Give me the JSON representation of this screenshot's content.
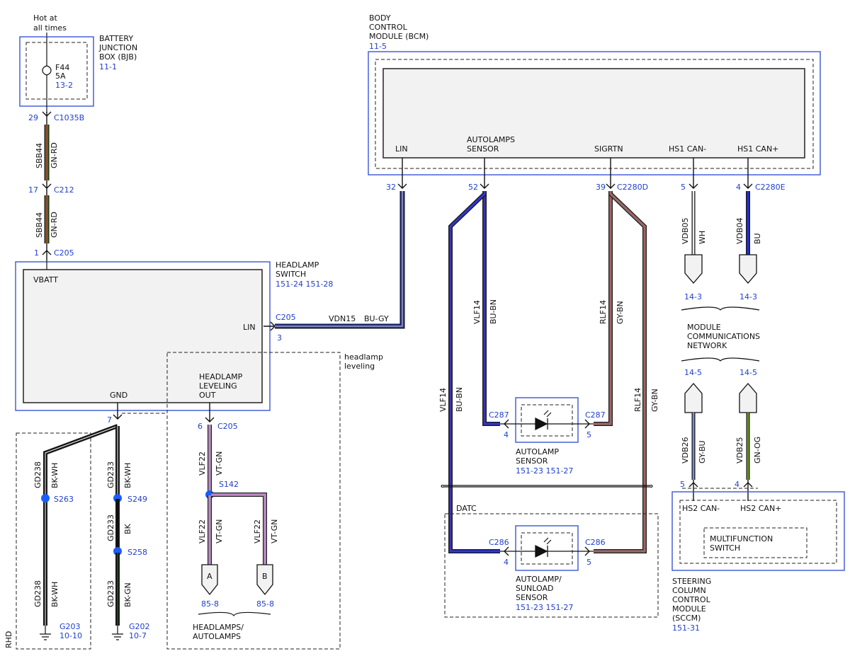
{
  "colors": {
    "label_blue": "#1f3fcf",
    "box_blue": "#3a55d6",
    "GN-RD": [
      "#3f7a1c",
      "#8a4a2a"
    ],
    "BU-GY": [
      "#1f2fcf",
      "#7f86b8"
    ],
    "BU-BN": [
      "#1f2fcf",
      "#5a3b9c"
    ],
    "GY-BN": [
      "#8d6f6b",
      "#b85a5a"
    ],
    "VT-GN": [
      "#c9a3d6",
      "#b06ab8"
    ],
    "BK-WH": [
      "#111111",
      "#ffffff"
    ],
    "BK": [
      "#111111",
      "#111111"
    ],
    "BK-GN": [
      "#111111",
      "#2e7d32"
    ],
    "WH": [
      "#d8d8d8",
      "#ffffff"
    ],
    "BU": [
      "#1f2fcf",
      "#1f2fcf"
    ],
    "GY-BU": [
      "#6b78c9",
      "#9aa4d8"
    ],
    "GN-OG": [
      "#4f8a1c",
      "#a0b01c"
    ]
  },
  "bjb": {
    "note": [
      "Hot at",
      "all times"
    ],
    "name": [
      "BATTERY",
      "JUNCTION",
      "BOX (BJB)"
    ],
    "ref": "11-1",
    "fuse": "F44",
    "fuse_rating": "5A",
    "fuse_ref": "13-2"
  },
  "c1035b": {
    "pin": "29",
    "name": "C1035B"
  },
  "wire_sbb44_a": {
    "circuit": "SBB44",
    "color": "GN-RD"
  },
  "c212": {
    "pin": "17",
    "name": "C212"
  },
  "wire_sbb44_b": {
    "circuit": "SBB44",
    "color": "GN-RD"
  },
  "c205_top": {
    "pin": "1",
    "name": "C205"
  },
  "headlamp_switch": {
    "name": [
      "HEADLAMP",
      "SWITCH"
    ],
    "refs": "151-24  151-28",
    "vbatt": "VBATT",
    "lin": "LIN",
    "gnd": "GND",
    "leveling_out": [
      "HEADLAMP",
      "LEVELING",
      "OUT"
    ]
  },
  "c205_lin": {
    "name": "C205",
    "pin": "3"
  },
  "wire_vdn15": {
    "circuit": "VDN15",
    "color": "BU-GY"
  },
  "headlamp_leveling": [
    "headlamp",
    "leveling"
  ],
  "bcm": {
    "name": [
      "BODY",
      "CONTROL",
      "MODULE (BCM)"
    ],
    "ref": "11-5",
    "pins": {
      "lin": "LIN",
      "autolamps": [
        "AUTOLAMPS",
        "SENSOR"
      ],
      "sigrtn": "SIGRTN",
      "hs1_minus": "HS1 CAN-",
      "hs1_plus": "HS1 CAN+"
    }
  },
  "bcm_pins": {
    "p32": "32",
    "p52": "52",
    "p39": "39",
    "c2280d": "C2280D",
    "p5": "5",
    "p4": "4",
    "c2280e": "C2280E"
  },
  "wire_vdb05": {
    "circuit": "VDB05",
    "color": "WH",
    "ref": "14-3"
  },
  "wire_vdb04": {
    "circuit": "VDB04",
    "color": "BU",
    "ref": "14-3"
  },
  "mcn": [
    "MODULE",
    "COMMUNICATIONS",
    "NETWORK"
  ],
  "wire_vdb26": {
    "circuit": "VDB26",
    "color": "GY-BU",
    "ref": "14-5"
  },
  "wire_vdb25": {
    "circuit": "VDB25",
    "color": "GN-OG",
    "ref": "14-5"
  },
  "sccm": {
    "hs2_minus": "HS2 CAN-",
    "hs2_plus": "HS2 CAN+",
    "pin5": "5",
    "pin4": "4",
    "switch": [
      "MULTIFUNCTION",
      "SWITCH"
    ],
    "name": [
      "STEERING",
      "COLUMN",
      "CONTROL",
      "MODULE",
      "(SCCM)"
    ],
    "ref": "151-31"
  },
  "wire_vlf14_inner": {
    "circuit": "VLF14",
    "color": "BU-BN"
  },
  "wire_rlf14_inner": {
    "circuit": "RLF14",
    "color": "GY-BN"
  },
  "wire_vlf14_outer": {
    "circuit": "VLF14",
    "color": "BU-BN"
  },
  "wire_rlf14_outer": {
    "circuit": "RLF14",
    "color": "GY-BN"
  },
  "autolamp_sensor": {
    "c287_left": "C287",
    "c287_right": "C287",
    "pin_left": "4",
    "pin_right": "5",
    "name": [
      "AUTOLAMP",
      "SENSOR"
    ],
    "refs": "151-23   151-27"
  },
  "datc": {
    "label": "DATC",
    "c286_left": "C286",
    "c286_right": "C286",
    "pin_left": "4",
    "pin_right": "5",
    "name": [
      "AUTOLAMP/",
      "SUNLOAD",
      "SENSOR"
    ],
    "refs": "151-23   151-27"
  },
  "gnd_pin": {
    "pin": "7"
  },
  "rhd": "RHD",
  "wire_gd238_a": {
    "circuit": "GD238",
    "color": "BK-WH"
  },
  "s263": "S263",
  "wire_gd238_b": {
    "circuit": "GD238",
    "color": "BK-WH"
  },
  "g203": {
    "name": "G203",
    "ref": "10-10"
  },
  "wire_gd233_a": {
    "circuit": "GD233",
    "color": "BK-WH"
  },
  "s249": "S249",
  "wire_gd233_b": {
    "circuit": "GD233",
    "color": "BK"
  },
  "s258": "S258",
  "wire_gd233_c": {
    "circuit": "GD233",
    "color": "BK-GN"
  },
  "g202": {
    "name": "G202",
    "ref": "10-7"
  },
  "c205_lev": {
    "pin": "6",
    "name": "C205"
  },
  "wire_vlf22_a": {
    "circuit": "VLF22",
    "color": "VT-GN"
  },
  "s142": "S142",
  "wire_vlf22_b": {
    "circuit": "VLF22",
    "color": "VT-GN"
  },
  "wire_vlf22_c": {
    "circuit": "VLF22",
    "color": "VT-GN"
  },
  "out_a": {
    "letter": "A",
    "ref": "85-8"
  },
  "out_b": {
    "letter": "B",
    "ref": "85-8"
  },
  "headlamps": [
    "HEADLAMPS/",
    "AUTOLAMPS"
  ]
}
